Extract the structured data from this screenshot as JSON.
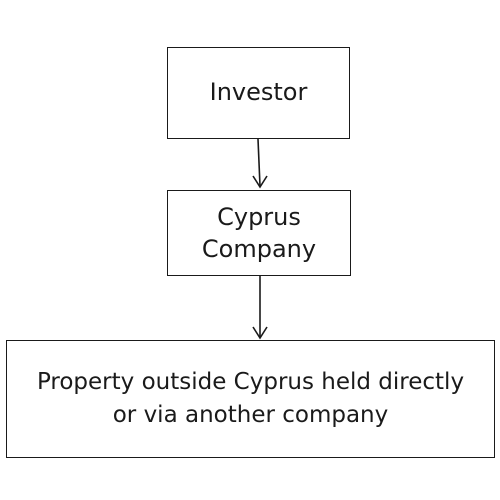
{
  "diagram": {
    "nodes": {
      "investor": {
        "label": "Investor"
      },
      "cyprus_company": {
        "label": "Cyprus\nCompany"
      },
      "property": {
        "label": "Property outside Cyprus held directly\nor via another company"
      }
    },
    "edges": [
      {
        "from": "investor",
        "to": "cyprus_company"
      },
      {
        "from": "cyprus_company",
        "to": "property"
      }
    ],
    "colors": {
      "stroke": "#1a1a1a",
      "fill": "#ffffff"
    }
  }
}
